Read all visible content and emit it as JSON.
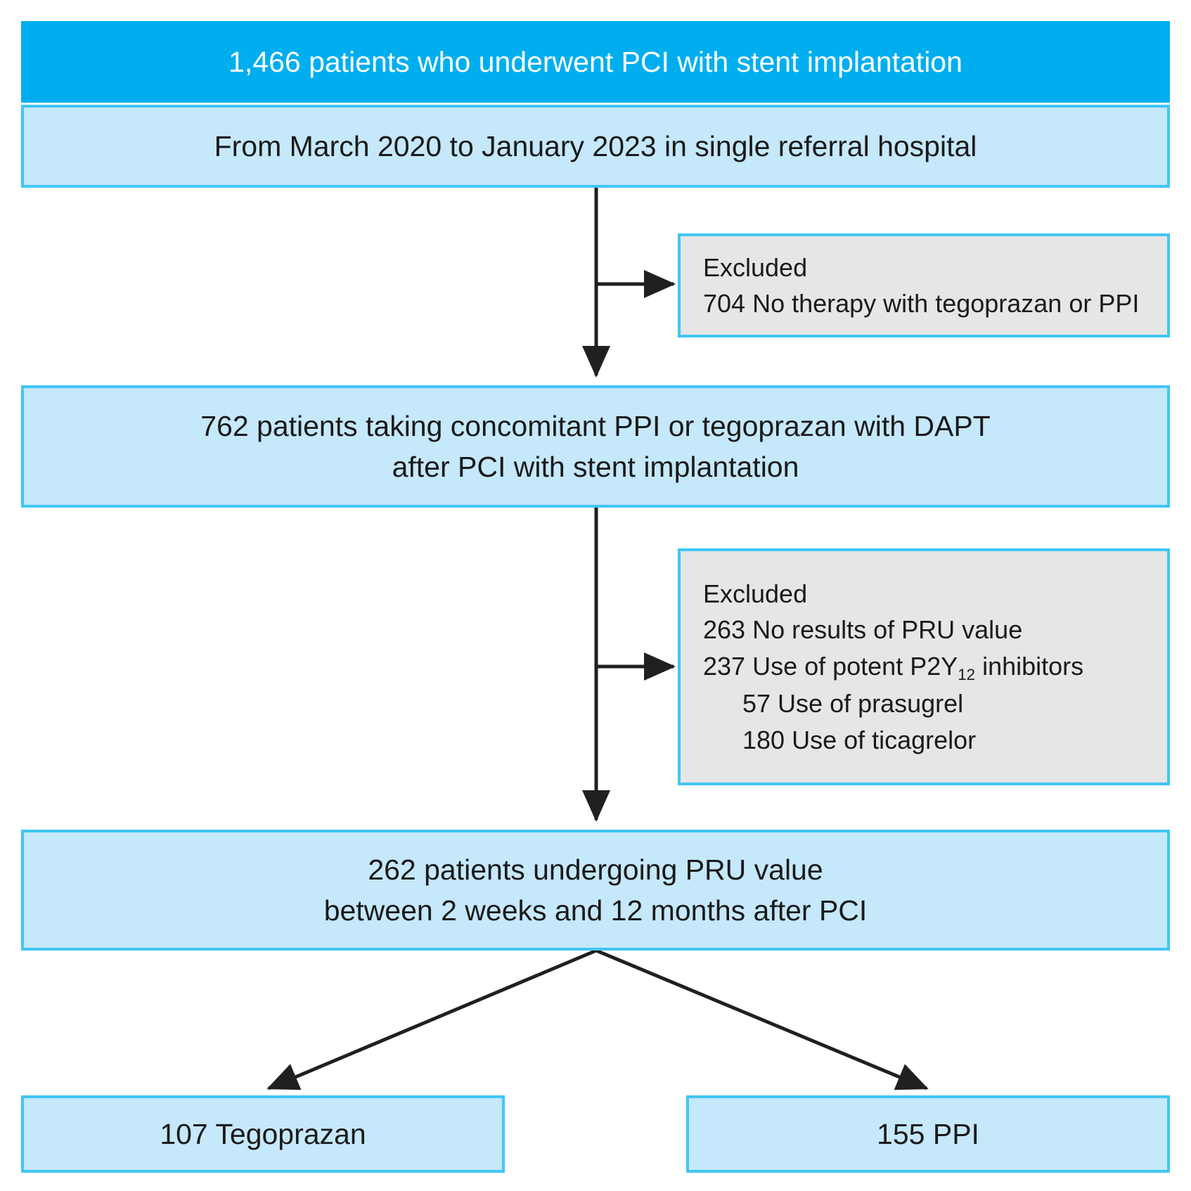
{
  "figure": {
    "type": "flowchart",
    "title": "Patient enrollment flow diagram",
    "colors": {
      "primary_fill": "#00AEEF",
      "primary_text": "#FFFFFF",
      "light_fill": "#C5E8FA",
      "border": "#41C6F5",
      "excluded_fill": "#E6E6E6",
      "text": "#1A1A1A",
      "arrow": "#221F1F"
    }
  },
  "nodes": {
    "enrolled": {
      "id": "enrolled",
      "label": "1,466 patients who underwent PCI with stent implantation",
      "count": 1466,
      "style": "primary"
    },
    "period": {
      "id": "period",
      "label": "From March 2020 to January 2023 in single referral hospital",
      "style": "light"
    },
    "excluded_1": {
      "id": "excluded-1",
      "heading": "Excluded",
      "items": [
        {
          "text": "704 No therapy with tegoprazan or PPI",
          "count": 704,
          "indent": 0
        }
      ],
      "style": "excluded"
    },
    "concomitant": {
      "id": "concomitant",
      "line1": "762 patients taking concomitant PPI or tegoprazan with DAPT",
      "line2": "after PCI with stent implantation",
      "count": 762,
      "style": "light"
    },
    "excluded_2": {
      "id": "excluded-2",
      "heading": "Excluded",
      "items": [
        {
          "text": "263 No results of PRU value",
          "count": 263,
          "indent": 0
        },
        {
          "text": "237 Use of potent P2Y12 inhibitors",
          "count": 237,
          "indent": 0,
          "has_subscript": true,
          "pre": "237 Use of potent P2Y",
          "sub": "12",
          "post": " inhibitors"
        },
        {
          "text": "57 Use of prasugrel",
          "count": 57,
          "indent": 1
        },
        {
          "text": "180 Use of ticagrelor",
          "count": 180,
          "indent": 1
        }
      ],
      "style": "excluded"
    },
    "pru": {
      "id": "pru",
      "line1": "262 patients undergoing PRU value",
      "line2": "between 2 weeks and 12 months after PCI",
      "count": 262,
      "style": "light"
    },
    "group_tegoprazan": {
      "id": "group-tegoprazan",
      "label": "107 Tegoprazan",
      "count": 107,
      "style": "light"
    },
    "group_ppi": {
      "id": "group-ppi",
      "label": "155 PPI",
      "count": 155,
      "style": "light"
    }
  },
  "edges": [
    {
      "from": "period",
      "to": "concomitant",
      "kind": "vertical-arrow"
    },
    {
      "from": "period",
      "to": "excluded_1",
      "kind": "branch-right-arrow"
    },
    {
      "from": "concomitant",
      "to": "pru",
      "kind": "vertical-arrow"
    },
    {
      "from": "concomitant",
      "to": "excluded_2",
      "kind": "branch-right-arrow"
    },
    {
      "from": "pru",
      "to": "group_tegoprazan",
      "kind": "diagonal-arrow-left"
    },
    {
      "from": "pru",
      "to": "group_ppi",
      "kind": "diagonal-arrow-right"
    }
  ]
}
